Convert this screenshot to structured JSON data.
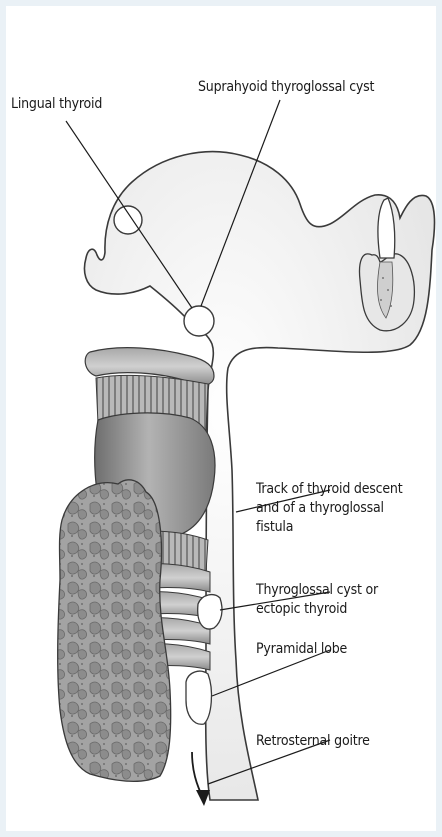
{
  "labels": {
    "lingual_thyroid": "Lingual thyroid",
    "suprahyoid_cyst": "Suprahyoid thyroglossal cyst",
    "track_line1": "Track of thyroid descent",
    "track_line2": "and of a thyroglossal",
    "track_line3": "fistula",
    "cyst_line1": "Thyroglossal cyst or",
    "cyst_line2": "ectopic thyroid",
    "pyramidal_lobe": "Pyramidal lobe",
    "retrosternal_goitre": "Retrosternal goitre"
  },
  "colors": {
    "frame": "#eaf1f6",
    "outline": "#333333",
    "tissue_fill": "#f2f2f2",
    "cartilage": "#8c8c8c",
    "thyroid_gland": "#9a9a9a"
  }
}
